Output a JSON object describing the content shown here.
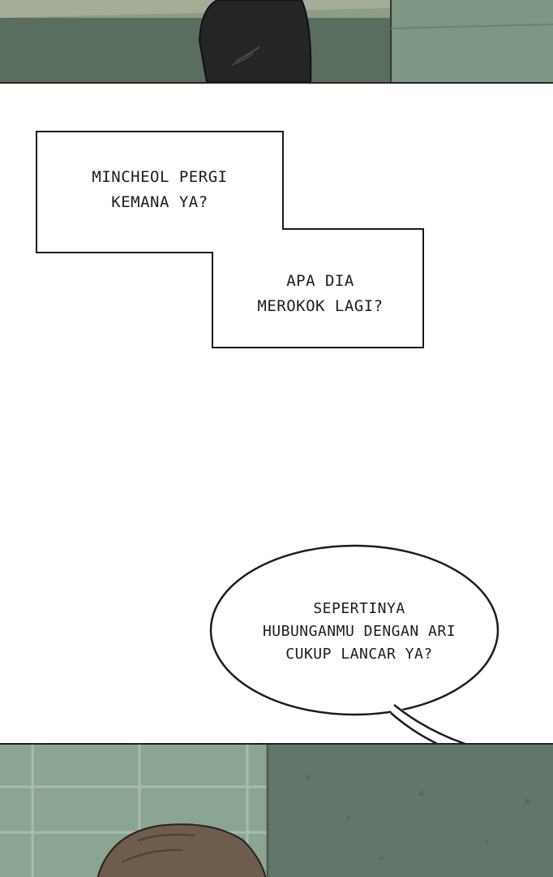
{
  "captions": [
    {
      "lines": [
        "MINCHEOL PERGI",
        "KEMANA YA?"
      ]
    },
    {
      "lines": [
        "APA DIA",
        "MEROKOK LAGI?"
      ]
    }
  ],
  "speech_bubble": {
    "lines": [
      "SEPERTINYA",
      "HUBUNGANMU DENGAN ARI",
      "CUKUP LANCAR YA?"
    ]
  },
  "colors": {
    "top_panel_wall": "#5a6d5e",
    "top_panel_tiles": "#7e9784",
    "bottom_panel_tiles": "#8ba493",
    "bottom_panel_wall": "#62776a",
    "figure_dark": "#232624",
    "head_brown": "#6e5c4c"
  }
}
